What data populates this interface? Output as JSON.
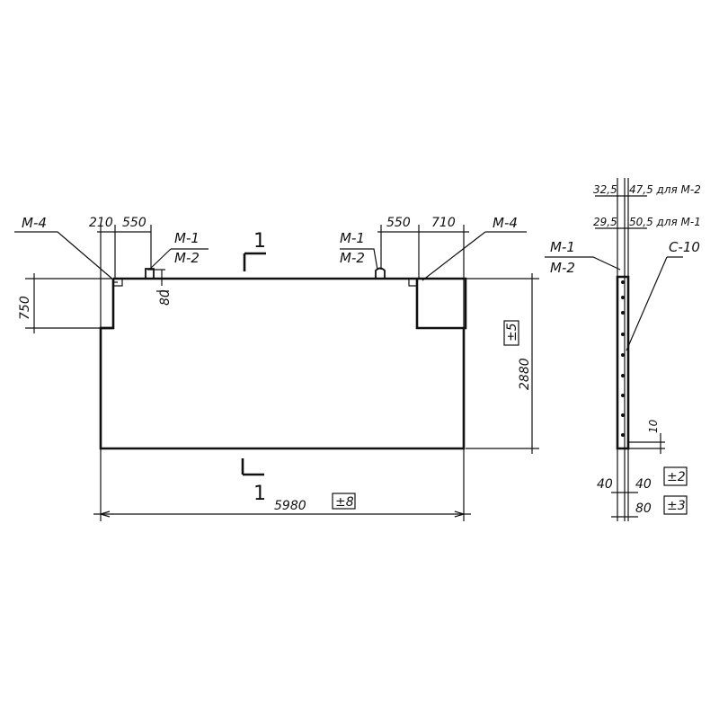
{
  "front_view": {
    "marks": {
      "m4_left": "М-4",
      "m1_left": "М-1",
      "m2_left": "М-2",
      "m1_right": "М-1",
      "m2_right": "М-2",
      "m4_right": "М-4"
    },
    "dims": {
      "d210": "210",
      "d550_left": "550",
      "d80": "80",
      "d750": "750",
      "d550_right": "550",
      "d710": "710",
      "d2880": "2880",
      "d5980": "5980"
    },
    "tolerances": {
      "height": "±5",
      "length": "±8"
    },
    "section": {
      "top": "1",
      "bottom": "1"
    }
  },
  "side_view": {
    "dims": {
      "d32_5": "32,5",
      "d47_5": "47,5 для М-2",
      "d29_5": "29,5",
      "d50_5": "50,5 для М-1",
      "d10": "10",
      "d40_left": "40",
      "d40_right": "40",
      "d80": "80"
    },
    "marks": {
      "m1": "М-1",
      "m2": "М-2",
      "c10": "С-10"
    },
    "tolerances": {
      "t2": "±2",
      "t3": "±3"
    }
  }
}
